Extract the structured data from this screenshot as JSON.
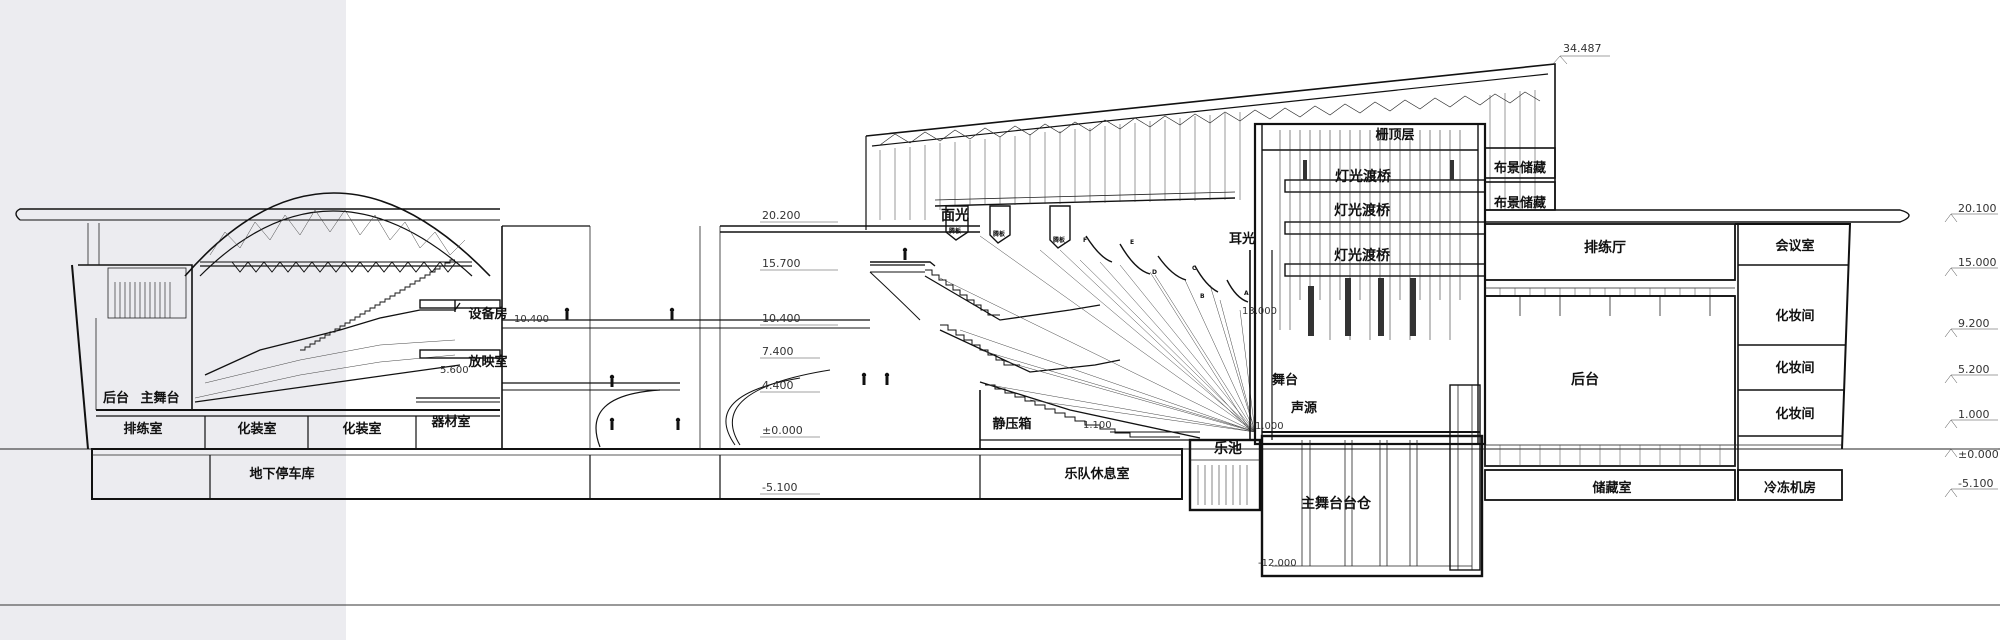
{
  "colors": {
    "background": "#ffffff",
    "left_panel": "#ececf0",
    "line": "#111111"
  },
  "rooms": {
    "rehearsal_small": "排练室",
    "dressing_a": "化装室",
    "dressing_b": "化装室",
    "main_stage_left": "主舞台",
    "backstage_left": "后台",
    "equipment_room": "设备房",
    "projection_room": "放映室",
    "equipment_storage": "器材室",
    "underground_parking": "地下停车库",
    "surface_light": "面光",
    "static_box": "静压箱",
    "orchestra_rest": "乐队休息室",
    "orchestra_pit": "乐池",
    "ear_light": "耳光",
    "forestage": "舞台",
    "sound_source": "声源",
    "stage_lift_pit": "主舞台台仓",
    "grid": "栅顶层",
    "light_bridge_1": "灯光渡桥",
    "light_bridge_2": "灯光渡桥",
    "light_bridge_3": "灯光渡桥",
    "scenery_storage_1": "布景储藏",
    "scenery_storage_2": "布景储藏",
    "rehearsal_hall": "排练厅",
    "meeting_room": "会议室",
    "dressing_1": "化妆间",
    "dressing_2": "化妆间",
    "dressing_3": "化妆间",
    "backstage_right": "后台",
    "storage": "储藏室",
    "cold_plant": "冷冻机房"
  },
  "ceiling_tags": {
    "t1": "腾板",
    "t2": "腾板",
    "t3": "腾板",
    "f": "F",
    "e": "E",
    "d": "D",
    "c": "C",
    "b": "B",
    "a": "A"
  },
  "elevations": {
    "top": "34.487",
    "left_20": "20.200",
    "left_15": "15.700",
    "left_10": "10.400",
    "left_7": "7.400",
    "left_4": "4.400",
    "left_0": "±0.000",
    "left_m5": "-5.100",
    "inner_10": "10.400",
    "inner_5": "5.600",
    "inner_1": "1.100",
    "inner_13": "13.000",
    "inner_1b": "1.000",
    "inner_m12": "-12.000",
    "right_20": "20.100",
    "right_15": "15.000",
    "right_9": "9.200",
    "right_5": "5.200",
    "right_1": "1.000",
    "right_0": "±0.000",
    "right_m5": "-5.100"
  }
}
